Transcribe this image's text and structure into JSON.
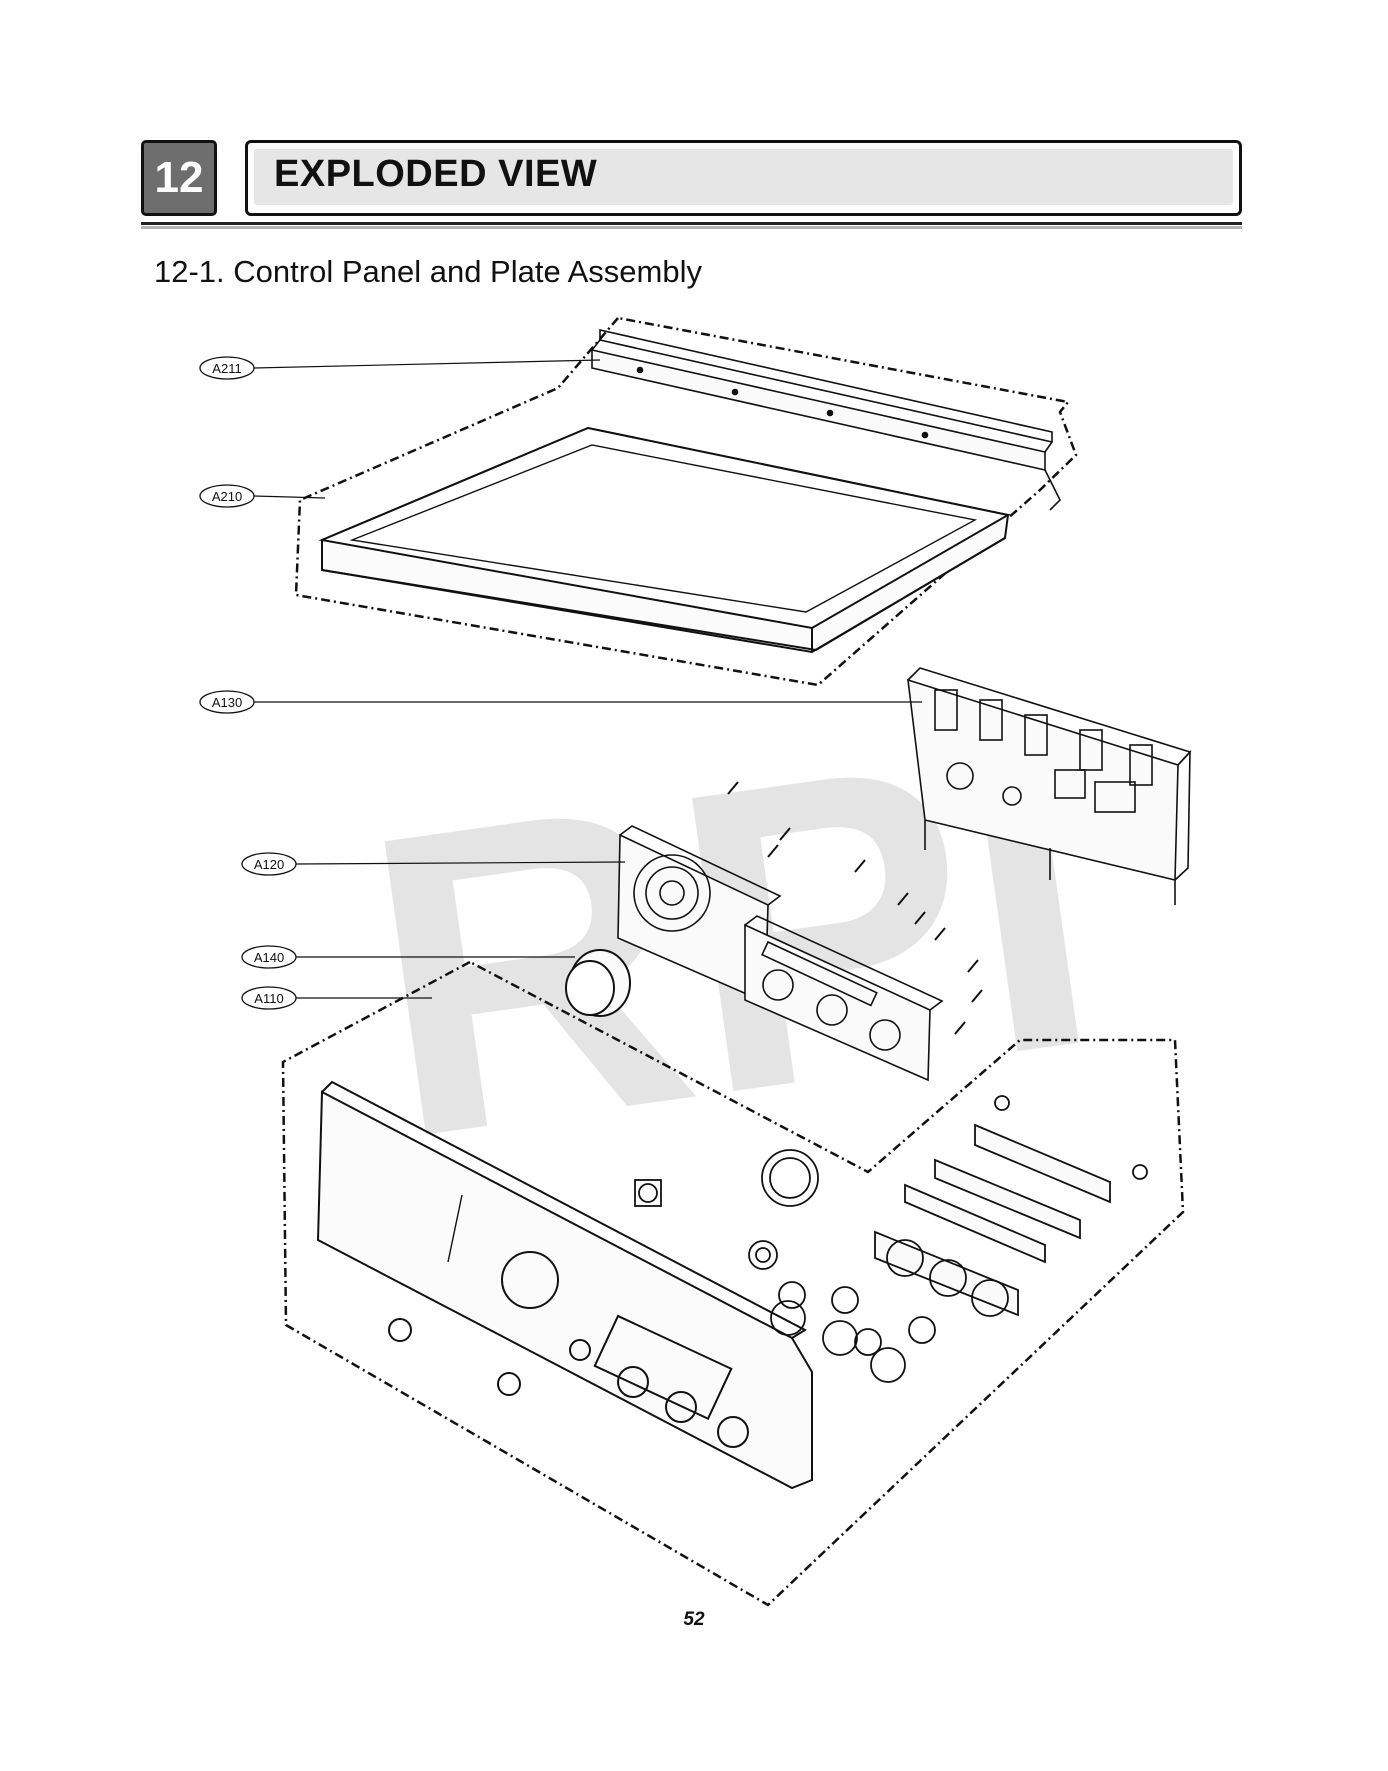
{
  "header": {
    "chapter_number": "12",
    "title": "EXPLODED VIEW"
  },
  "section": {
    "title": "12-1. Control Panel and Plate Assembly"
  },
  "watermark": "RPI",
  "callouts": [
    {
      "id": "a211",
      "label": "A211"
    },
    {
      "id": "a210",
      "label": "A210"
    },
    {
      "id": "a130",
      "label": "A130"
    },
    {
      "id": "a120",
      "label": "A120"
    },
    {
      "id": "a140",
      "label": "A140"
    },
    {
      "id": "a110",
      "label": "A110"
    }
  ],
  "footer": {
    "page_number": "52"
  }
}
